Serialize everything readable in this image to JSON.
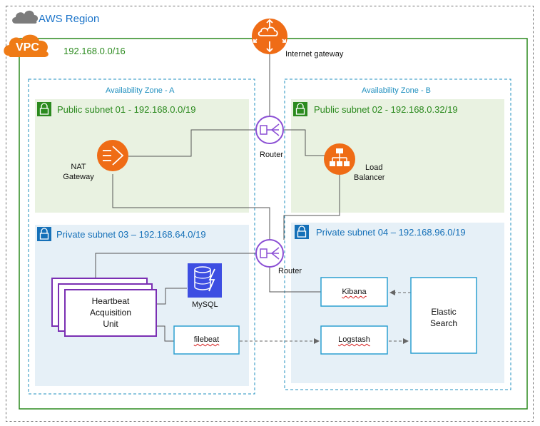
{
  "region": {
    "title": "AWS Region"
  },
  "vpc": {
    "badge": "VPC",
    "cidr": "192.168.0.0/16"
  },
  "internet_gateway": {
    "label": "Internet gateway"
  },
  "zones": [
    {
      "title": "Availability Zone - A"
    },
    {
      "title": "Availability Zone - B"
    }
  ],
  "subnets": {
    "public_01": "Public subnet 01 - 192.168.0.0/19",
    "public_02": "Public subnet  02 - 192.168.0.32/19",
    "private_03": "Private subnet 03  – 192.168.64.0/19",
    "private_04": "Private subnet 04  – 192.168.96.0/19"
  },
  "nodes": {
    "nat_gateway": {
      "line1": "NAT",
      "line2": "Gateway"
    },
    "router_top": "Router",
    "router_bottom": "Router",
    "load_balancer": {
      "line1": "Load",
      "line2": "Balancer"
    },
    "heartbeat": {
      "line1": "Heartbeat",
      "line2": "Acquisition",
      "line3": "Unit"
    },
    "mysql": "MySQL",
    "filebeat": "filebeat",
    "kibana": "Kibana",
    "logstash": "Logstash",
    "elastic": {
      "line1": "Elastic",
      "line2": "Search"
    }
  },
  "colors": {
    "aws_orange": "#ef6c16",
    "vpc_green": "#2b8a1e",
    "public_fill": "#e9f2e1",
    "private_fill": "#e6f0f7",
    "router_purple": "#8b4fd4",
    "heartbeat_purple": "#7a2fb3",
    "mysql_blue": "#3d4ee2",
    "box_blue": "#2c9fd1"
  }
}
